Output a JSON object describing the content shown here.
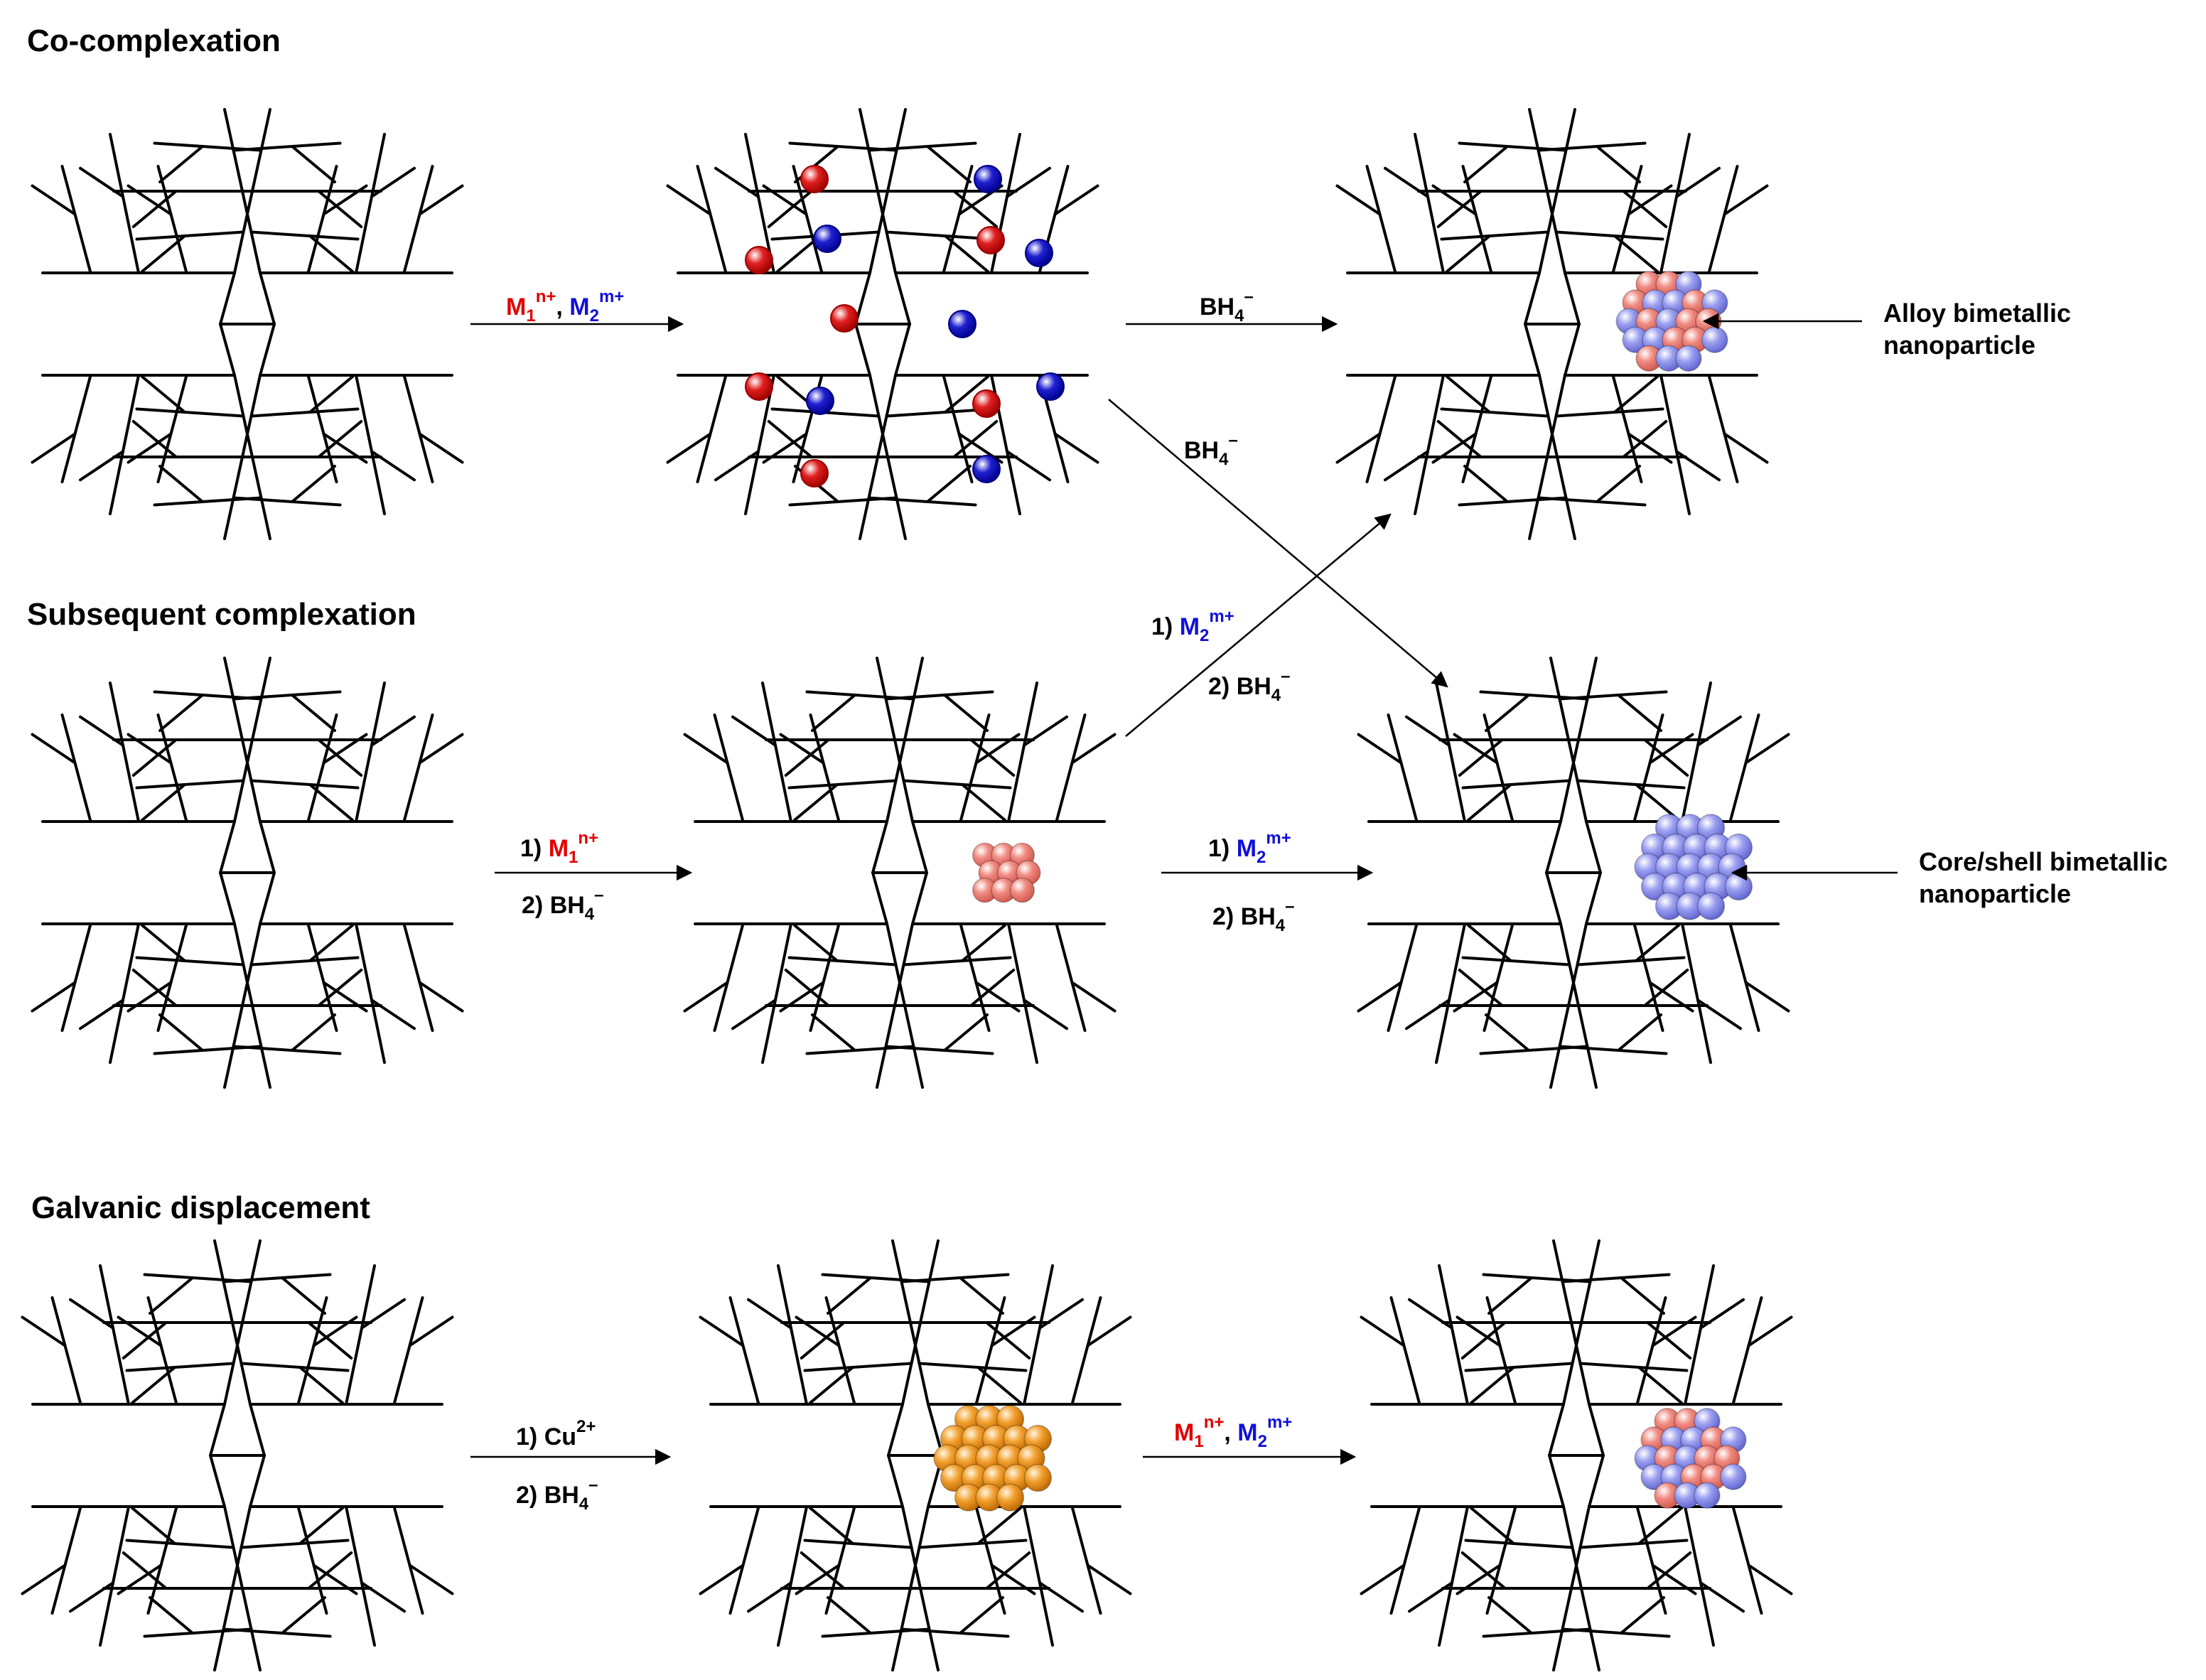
{
  "sections": [
    {
      "title": "Co-complexation"
    },
    {
      "title": "Subsequent complexation"
    },
    {
      "title": "Galvanic displacement"
    }
  ],
  "reagents": {
    "m1": {
      "base": "M",
      "sub": "1",
      "sup": "n+"
    },
    "m2": {
      "base": "M",
      "sub": "2",
      "sup": "m+"
    },
    "bh4": {
      "base": "BH",
      "sub": "4",
      "sup": "–"
    },
    "cu": {
      "base": "Cu",
      "sup": "2+"
    },
    "separator": ", ",
    "step1": "1) ",
    "step2": "2) "
  },
  "annotations": {
    "alloy": {
      "line1": "Alloy bimetallic",
      "line2": "nanoparticle"
    },
    "coreshell": {
      "line1": "Core/shell bimetallic",
      "line2": "nanoparticle"
    }
  },
  "colors": {
    "m1": "#e00000",
    "m2": "#1010d8",
    "ion_red": "#e02020",
    "ion_blue": "#2020d0",
    "particle_pink": "#f08a80",
    "particle_lavender": "#9a9ef0",
    "particle_orange": "#f2a030",
    "line": "#000000"
  }
}
